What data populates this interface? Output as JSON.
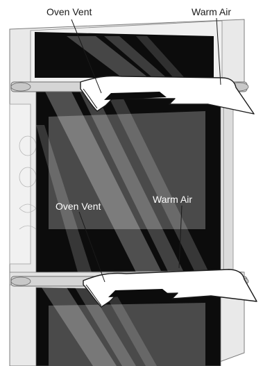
{
  "labels": {
    "top_oven_vent": "Oven Vent",
    "top_warm_air": "Warm Air",
    "mid_oven_vent": "Oven Vent",
    "mid_warm_air": "Warm Air"
  },
  "icons": [
    "oven-door-illustration",
    "warm-air-arrow-icon",
    "handle-icon"
  ],
  "colors": {
    "frame": "#e6e6e6",
    "frame_edge": "#8a8a8a",
    "glass": "#0c0c0c",
    "window_inner": "#4a4a4a",
    "reflection": "#ffffff",
    "text": "#1a1a1a"
  }
}
